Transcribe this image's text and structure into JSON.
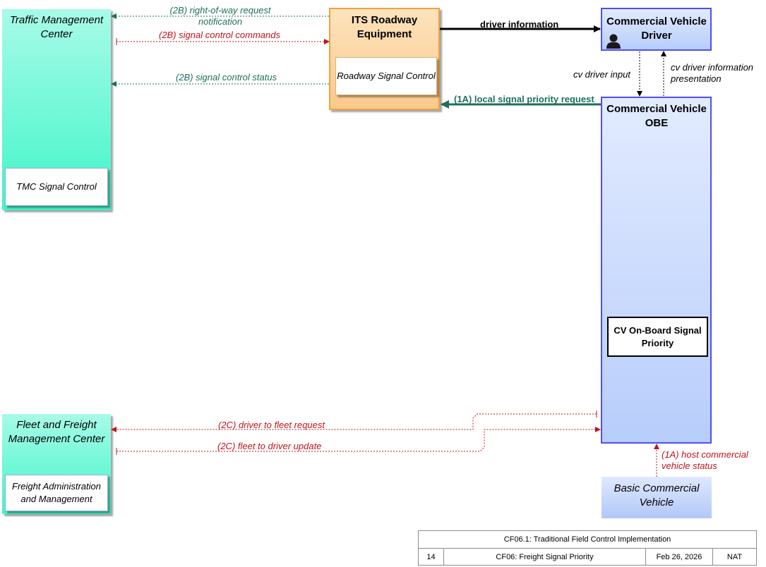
{
  "elements": {
    "tmc": {
      "title": "Traffic Management Center",
      "inner": "TMC Signal Control"
    },
    "its": {
      "title": "ITS Roadway Equipment",
      "inner": "Roadway Signal Control"
    },
    "driver": {
      "title": "Commercial Vehicle Driver"
    },
    "obe": {
      "title": "Commercial Vehicle OBE",
      "inner": "CV On-Board Signal Priority"
    },
    "fleet": {
      "title": "Fleet and Freight Management Center",
      "inner": "Freight Administration and Management"
    },
    "bcv": {
      "title": "Basic Commercial Vehicle"
    }
  },
  "flows": {
    "row_notification": "(2B) right-of-way request notification",
    "signal_commands": "(2B) signal control commands",
    "signal_status": "(2B) signal control status",
    "driver_info": "driver information",
    "local_priority": "(1A) local signal priority request",
    "cv_driver_input": "cv driver input",
    "cv_driver_info_presentation": "cv driver information presentation",
    "driver_to_fleet": "(2C) driver to fleet request",
    "fleet_to_driver": "(2C) fleet to driver update",
    "host_cv_status": "(1A) host commercial vehicle status"
  },
  "footer": {
    "title": "CF06.1: Traditional Field Control Implementation",
    "number": "14",
    "name": "CF06: Freight Signal Priority",
    "date": "Feb 26, 2026",
    "code": "NAT"
  },
  "colors": {
    "green_flow": "#1f6f5c",
    "red_flow": "#c0141b",
    "center_fill": "#3ff5c8",
    "field_fill": "#fbc98a",
    "vehicle_fill": "#c7d9ff",
    "vehicle_border": "#4f4ff0"
  }
}
